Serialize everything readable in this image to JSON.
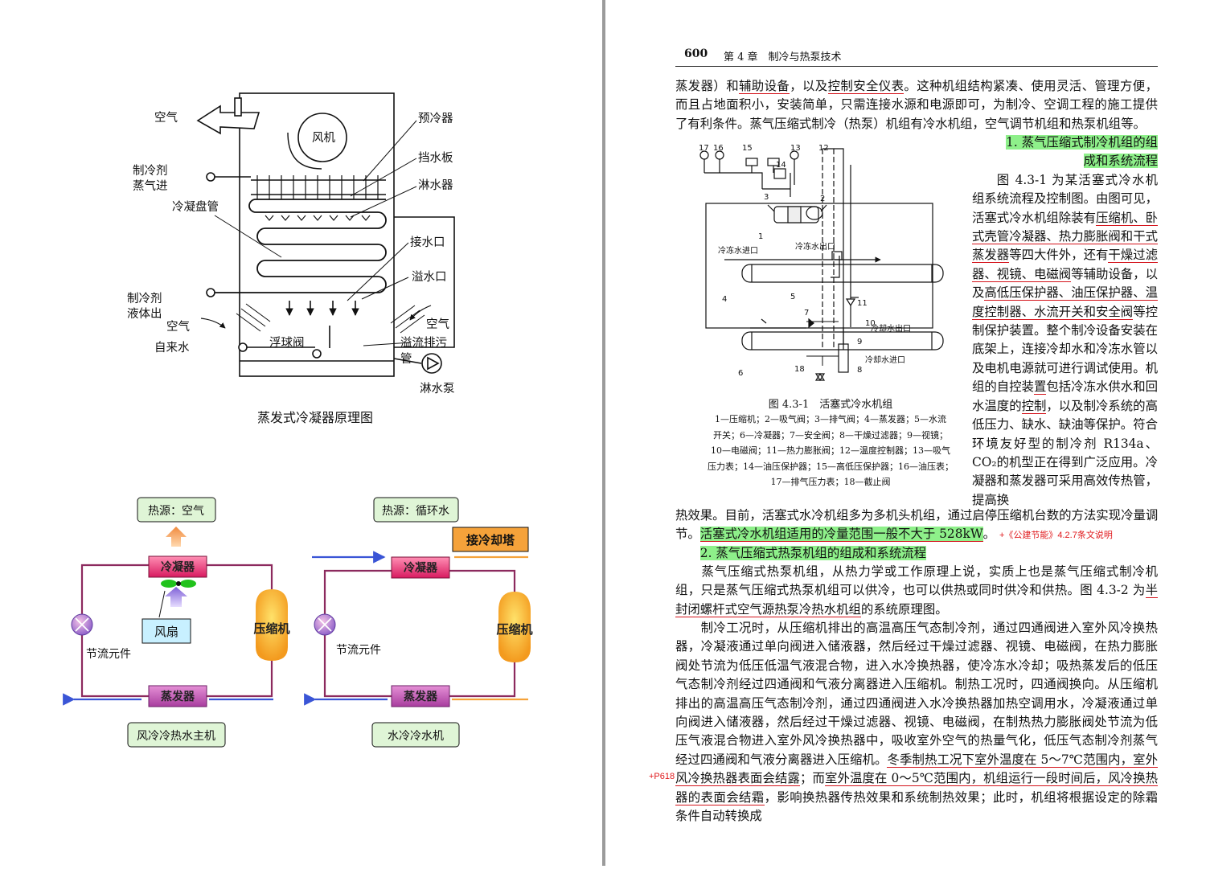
{
  "left": {
    "condenser": {
      "labels": {
        "air_out": "空气",
        "fan": "风机",
        "precooler": "预冷器",
        "baffle": "挡水板",
        "sprinkler": "淋水器",
        "refrigerant_vapor_in": [
          "制冷剂",
          "蒸气进"
        ],
        "condenser_coil": "冷凝盘管",
        "water_inlet": "接水口",
        "overflow_port": "溢水口",
        "refrigerant_liquid_out": [
          "制冷剂",
          "液体出"
        ],
        "air_in_left": "空气",
        "air_in_right": "空气",
        "tap_water": "自来水",
        "float_valve": "浮球阀",
        "overflow_drain": [
          "溢流排污",
          "管"
        ],
        "spray_pump": "淋水泵"
      },
      "title": "蒸发式冷凝器原理图"
    },
    "unit1": {
      "heat_source": "热源：空气",
      "condenser": "冷凝器",
      "fan": "风扇",
      "compressor": "压缩机",
      "throttle": "节流元件",
      "evaporator": "蒸发器",
      "name": "风冷冷热水主机"
    },
    "unit2": {
      "heat_source": "热源：循环水",
      "cooling_tower": "接冷却塔",
      "condenser": "冷凝器",
      "compressor": "压缩机",
      "throttle": "节流元件",
      "evaporator": "蒸发器",
      "name": "水冷冷水机"
    },
    "colors": {
      "pipe": "#8c2a5e",
      "blue_arrow": "#3a55d6",
      "orange": "#f5a23a",
      "green_box": "#dff5d6"
    }
  },
  "right": {
    "header": {
      "page_number": "600",
      "chapter": "第 4 章　制冷与热泵技术"
    },
    "p1": [
      {
        "t": "蒸发器）和"
      },
      {
        "t": "辅助设备",
        "u": true
      },
      {
        "t": "，以及"
      },
      {
        "t": "控制安全仪表",
        "u": true
      },
      {
        "t": "。这种机组结构紧凑、使用灵活、管理方便，而且占地面积小，安装简单，只需连接水源和电源即可，为制冷、空调工程的施工提供了有利条件。蒸气压缩式制冷（热泵）机组有冷水机组，空气调节机组和热泵机组等。"
      }
    ],
    "s1_heading": [
      "1. 蒸气压缩式制冷机组的组",
      "成和系统流程"
    ],
    "s1_body": [
      {
        "t": "图 4.3-1 为某活塞式冷水机组系统流程及控制图。由图可见，活塞式冷水机组除装有"
      },
      {
        "t": "压缩机、卧式壳管冷凝器、热力膨胀阀和干式蒸发器",
        "u": true
      },
      {
        "t": "等四大件外，还有"
      },
      {
        "t": "干燥过滤器、视镜、电磁阀",
        "u": true
      },
      {
        "t": "等辅助设备，以及"
      },
      {
        "t": "高低压保护器、油压保护器、温度控制器、水流开关和安全阀",
        "u": true
      },
      {
        "t": "等控制保护装置。整个制冷设备安装在底架上，连接冷却水和冷冻水管以及电机电源就可进行调试使用。机组的自控装"
      },
      {
        "t": "置",
        "u": true
      },
      {
        "t": "包括冷冻水供水和回水温度的"
      },
      {
        "t": "控制",
        "u": true
      },
      {
        "t": "，以及制冷系统的高低压力、缺水、缺油等保护。符合环境友好型的制冷剂 R134a、CO₂的机型正在得到广泛应用。冷凝器和蒸发器可采用高效传热管，提高换"
      }
    ],
    "figure": {
      "nums": [
        "17",
        "16",
        "15",
        "13",
        "12",
        "14",
        "3",
        "2",
        "1",
        "4",
        "5",
        "11",
        "7",
        "10",
        "9",
        "18",
        "8",
        "6"
      ],
      "labels": {
        "chilled_in": "冷冻水进口",
        "chilled_out": "冷冻水出口",
        "cooling_out": "冷却水出口",
        "cooling_in": "冷却水进口"
      },
      "title": "图 4.3-1　活塞式冷水机组",
      "caption": [
        "1—压缩机；2—吸气阀；3—排气阀；4—蒸发器；5—水流",
        "开关；6—冷凝器；7—安全阀；8—干燥过滤器；9—视镜；",
        "10—电磁阀；11—热力膨胀阀；12—温度控制器；13—吸气",
        "压力表；14—油压保护器；15—高低压保护器；16—油压表；",
        "17—排气压力表；18—截止阀"
      ]
    },
    "p2_line1": "热效果。目前，活塞式水冷机组多为多机头机组，通过启停压缩机台数的方法实现冷量调",
    "p2_line2": [
      {
        "t": "节。"
      },
      {
        "t": "活塞式冷水机组适用的冷量范围一般不大于 528kW",
        "u": true,
        "hl": true
      },
      {
        "t": "。"
      }
    ],
    "note1": "+《公建节能》4.2.7条文说明",
    "s2_heading": "2. 蒸气压缩式热泵机组的组成和系统流程",
    "p3": [
      {
        "t": "　　蒸气压缩式热泵机组，从热力学或工作原理上说，实质上也是蒸气压缩式制冷机组，只是蒸气压缩式热泵机组可以供冷，也可以供热或同时供冷和供热。图 4.3-2 为"
      },
      {
        "t": "半封闭螺杆式空气源热泵冷热水机组",
        "u": true
      },
      {
        "t": "的系统原理图。"
      }
    ],
    "p4": [
      {
        "t": "　　制冷工况时，从压缩机排出的高温高压气态制冷剂，通过四通阀进入室外风冷换热器，冷凝液通过单向阀进入储液器，然后经过干燥过滤器、视镜、电磁阀，在热力膨胀阀处节流为低压低温气液混合物，进入水冷换热器，使冷冻水冷却；吸热蒸发后的低压气态制冷剂经过四通阀和气液分离器进入压缩机。制热工况时，四通阀换向。从压缩机排出的高温高压气态制冷剂，通过四通阀进入水冷换热器加热空调用水，冷凝液通过单向阀进入储液器，然后经过干燥过滤器、视镜、电磁阀，在制热热力膨胀阀处节流为低压气液混合物进入室外风冷换热器中，吸收室外空气的热量气化，低压气态制冷剂蒸气经过四通阀和气液分离器进入压缩机。"
      },
      {
        "t": "冬季制热工况下室外温度在 5～7℃范围内，室外风冷换热器表面会结露",
        "u": true
      },
      {
        "t": "；而"
      },
      {
        "t": "室外温度在 0～5℃范围内，机组运行一段时间后，风冷换热器的表面会结霜",
        "u": true
      },
      {
        "t": "，影响换热器传热效果和系统制热效果；此时，机组将根据设定的除霜条件自动转换成"
      }
    ],
    "note2": "+P618"
  }
}
